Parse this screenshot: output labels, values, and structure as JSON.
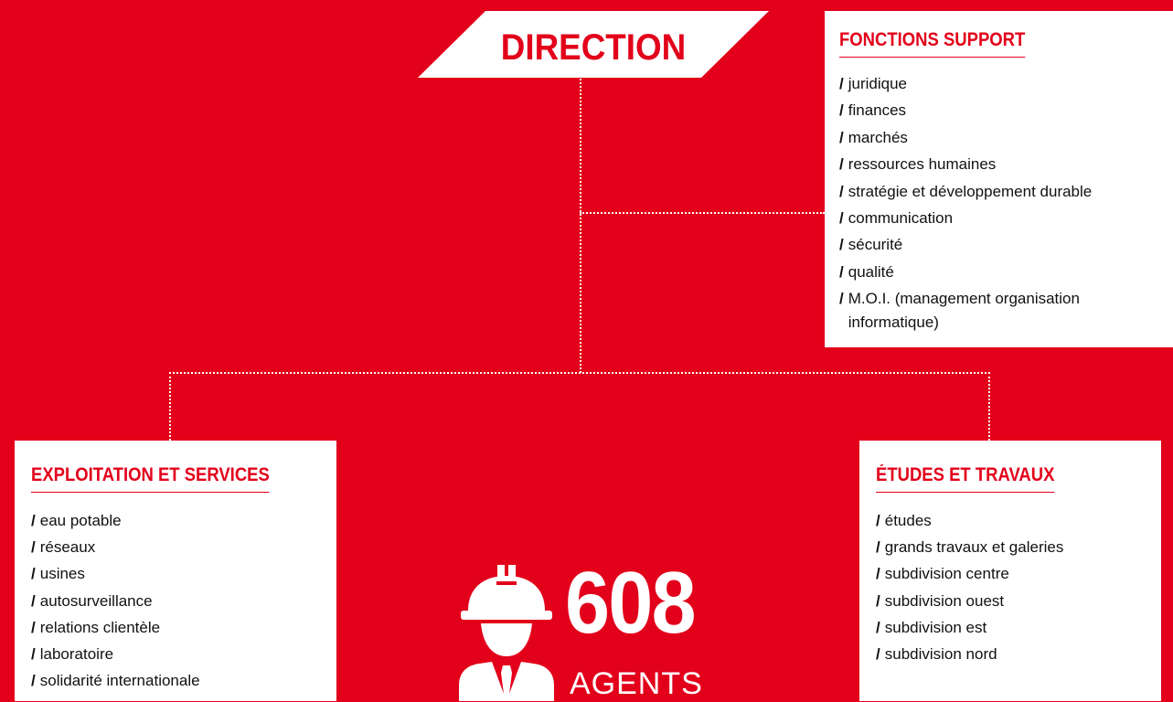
{
  "direction": {
    "title": "DIRECTION"
  },
  "fonctions_support": {
    "title": "FONCTIONS SUPPORT",
    "items": [
      "juridique",
      "finances",
      "marchés",
      "ressources humaines",
      "stratégie et développement durable",
      "communication",
      "sécurité",
      "qualité",
      "M.O.I. (management organisation informatique)"
    ]
  },
  "exploitation": {
    "title": "EXPLOITATION ET SERVICES",
    "items": [
      "eau potable",
      "réseaux",
      "usines",
      "autosurveillance",
      "relations clientèle",
      "laboratoire",
      "solidarité internationale"
    ]
  },
  "etudes": {
    "title": "ÉTUDES ET TRAVAUX",
    "items": [
      "études",
      "grands travaux et galeries",
      "subdivision centre",
      "subdivision ouest",
      "subdivision est",
      "subdivision nord"
    ]
  },
  "agents": {
    "count": "608",
    "label": "AGENTS"
  },
  "bullet": "/",
  "colors": {
    "background": "#E2001A",
    "box": "#ffffff",
    "accent": "#E2001A",
    "text": "#111111"
  },
  "icons": {
    "worker": "worker-helmet-icon"
  }
}
